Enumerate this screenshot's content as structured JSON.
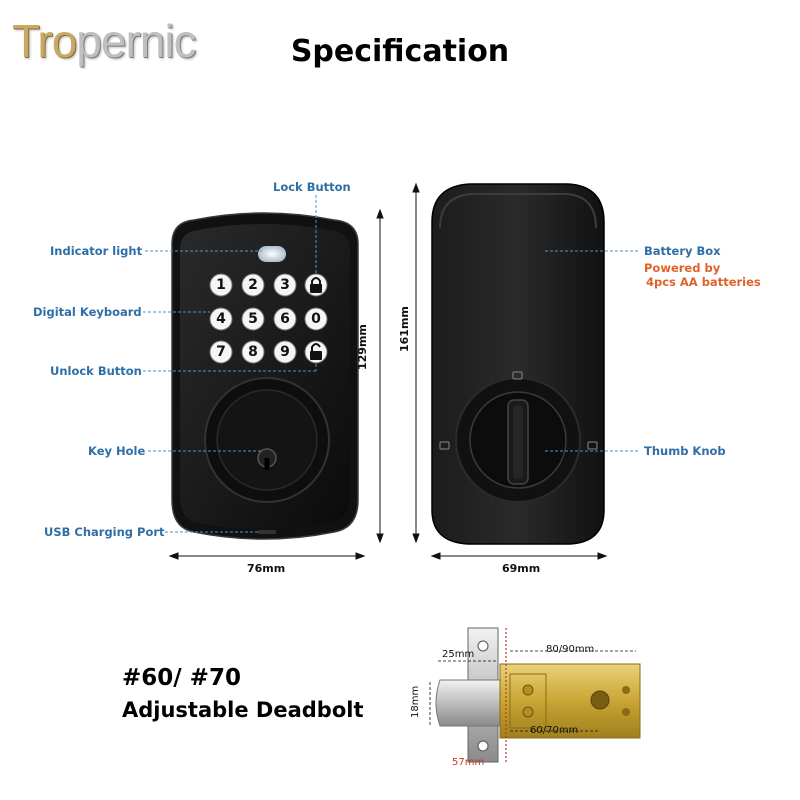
{
  "brand": {
    "part1": "Tro",
    "part2": "pernic"
  },
  "title": "Specification",
  "front_labels": {
    "lock_button": "Lock Button",
    "indicator_light": "Indicator light",
    "digital_keyboard": "Digital Keyboard",
    "unlock_button": "Unlock Button",
    "key_hole": "Key Hole",
    "usb_port": "USB Charging Port"
  },
  "keypad": {
    "rows": [
      [
        "1",
        "2",
        "3",
        "lock"
      ],
      [
        "4",
        "5",
        "6",
        "0"
      ],
      [
        "7",
        "8",
        "9",
        "unlock"
      ]
    ]
  },
  "back_labels": {
    "battery_box": "Battery Box",
    "powered_by": "Powered by",
    "batteries": "4pcs AA batteries",
    "thumb_knob": "Thumb Knob"
  },
  "dimensions": {
    "front_width": "76mm",
    "front_height": "129mm",
    "back_width": "69mm",
    "back_height": "161mm"
  },
  "deadbolt": {
    "model_line": "#60/ #70",
    "name_line": "Adjustable Deadbolt",
    "d_25": "25mm",
    "d_80_90": "80/90mm",
    "d_18": "18mm",
    "d_60_70": "60/70mm",
    "d_57": "57mm"
  },
  "icons": [
    "lock-icon",
    "unlock-icon"
  ],
  "colors": {
    "label_blue": "#2d6fa6",
    "note_orange": "#e0622a",
    "brand_gold": "#c9a866"
  }
}
